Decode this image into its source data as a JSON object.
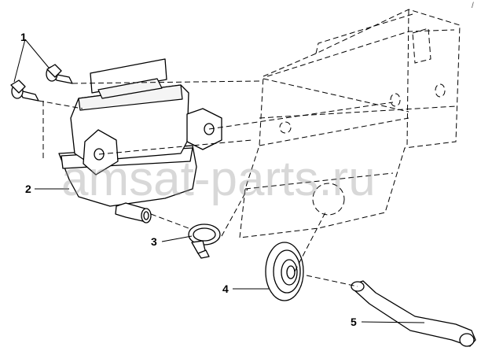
{
  "callouts": [
    "1",
    "2",
    "3",
    "4",
    "5"
  ],
  "watermark": "amsat-parts.ru",
  "corner_mark": "/"
}
